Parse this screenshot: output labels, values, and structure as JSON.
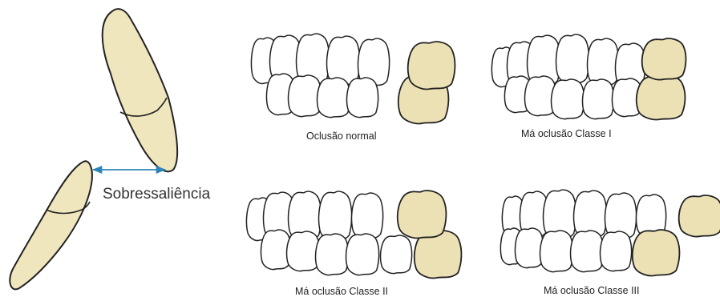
{
  "colors": {
    "tooth_fill": "#f0e6bd",
    "highlight_fill": "#ece1b5",
    "outline": "#222222",
    "arrow": "#2e86b8",
    "background": "#ffffff"
  },
  "overjet_label": "Sobressaliência",
  "panels": [
    {
      "caption": "Oclusão normal"
    },
    {
      "caption": "Má oclusão Classe I"
    },
    {
      "caption": "Má oclusão Classe II"
    },
    {
      "caption": "Má oclusão Classe III"
    }
  ]
}
